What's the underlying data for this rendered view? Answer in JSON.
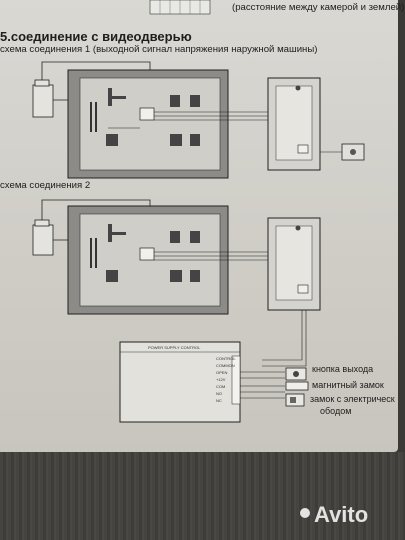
{
  "caption_top": "(расстояние между камерой и землей)",
  "heading": "5.соединение с видеодверью",
  "scheme1": "схема соединения 1 (выходной сигнал напряжения наружной машины)",
  "scheme2": "схема соединения 2",
  "psu_title": "POWER SUPPLY CONTROL",
  "psu_terminals": [
    "CONTROL",
    "COMMON",
    "OPEN",
    "+12V",
    "COM",
    "NO",
    "NC"
  ],
  "labels": {
    "exit_button": "кнопка выхода",
    "magnetic_lock": "магнитный замок",
    "electric_lock_line1": "замок с электрическ",
    "electric_lock_line2": "ободом"
  },
  "watermark": "Avito"
}
